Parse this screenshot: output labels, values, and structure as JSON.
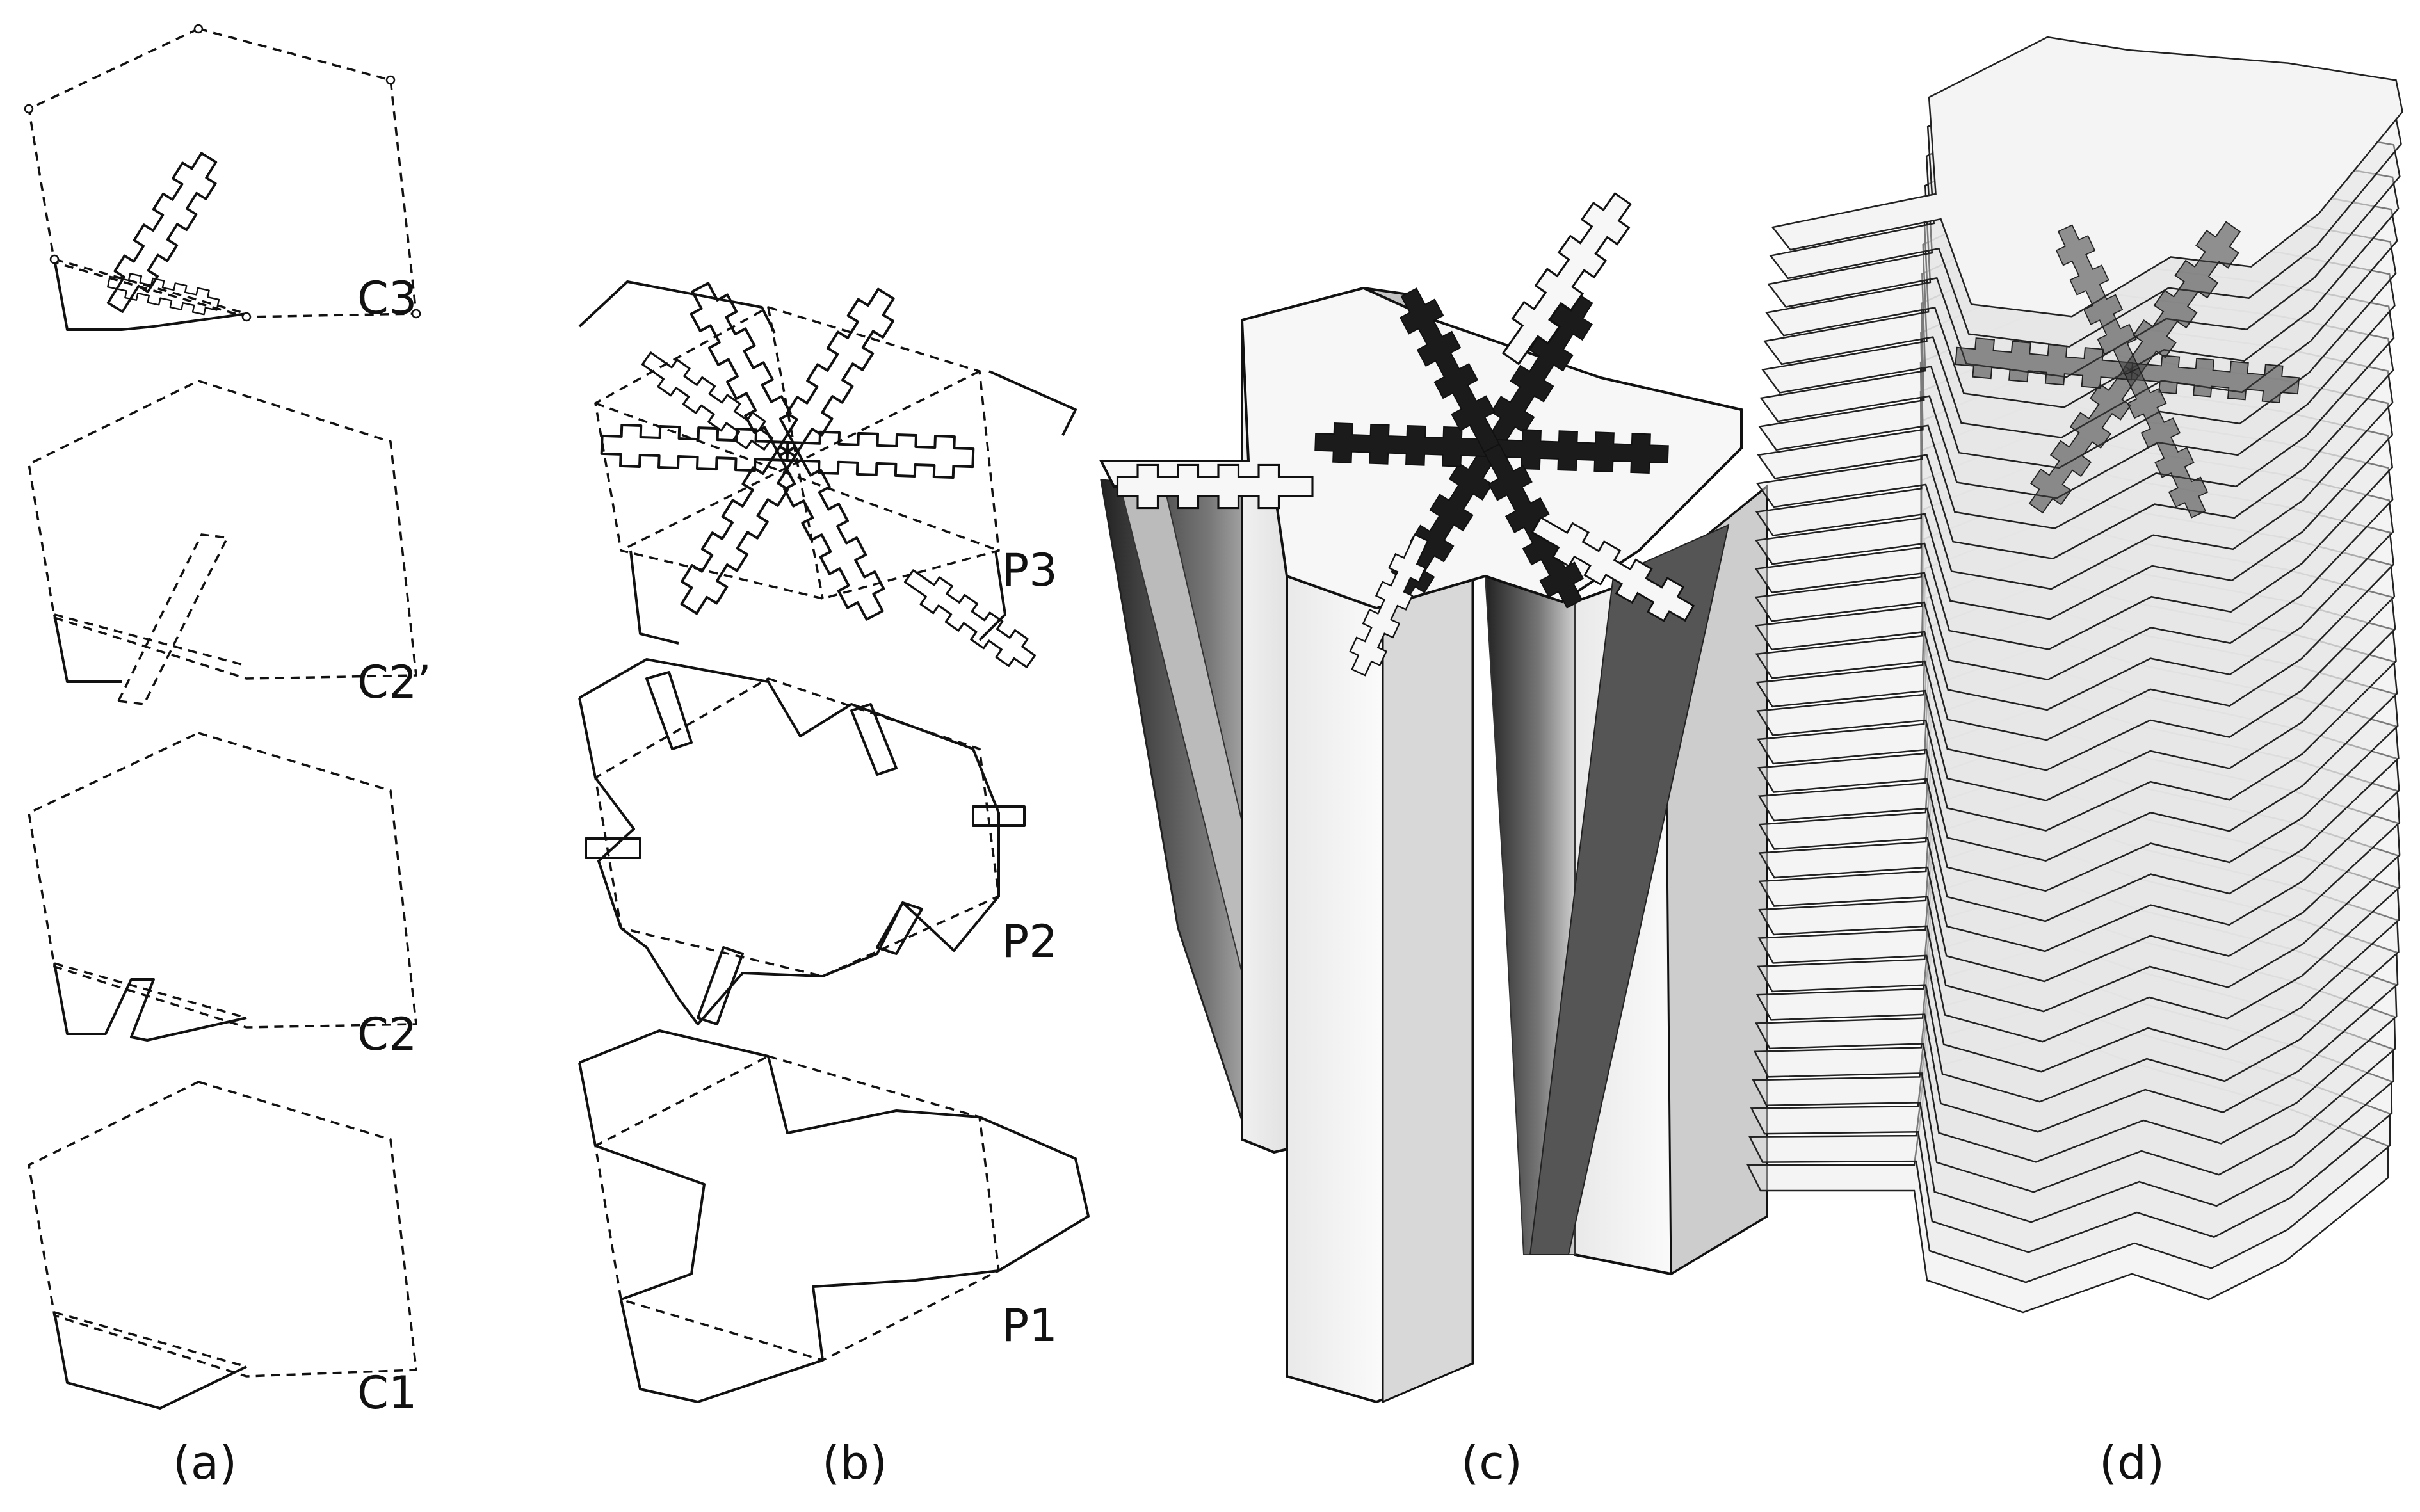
{
  "panels": [
    {
      "caption": "(a)",
      "labels": [
        "C3",
        "C2’",
        "C2",
        "C1"
      ]
    },
    {
      "caption": "(b)",
      "labels": [
        "P3",
        "P2",
        "P1"
      ]
    },
    {
      "caption": "(c)"
    },
    {
      "caption": "(d)"
    }
  ],
  "colors": {
    "line": "#111111",
    "background": "#ffffff",
    "shade": "#2a2a2a",
    "face": "#f6f6f6"
  }
}
